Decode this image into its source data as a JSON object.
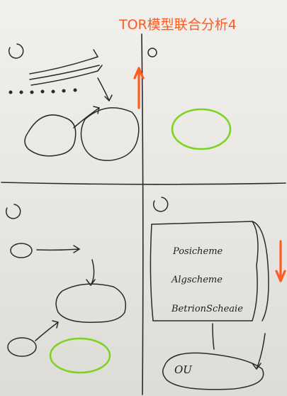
{
  "title": "TOR模型联合分析4",
  "quadrant_bottom_right": {
    "list": [
      "Posicheme",
      "Algscheme",
      "BetrionScheaie"
    ],
    "bottom_label": "OU"
  },
  "colors": {
    "title": "#ff5a1f",
    "arrows": "#ff5a1f",
    "highlight_circles": "#7ed321",
    "ink": "#1c1c1c",
    "paper": "#ecebe6"
  }
}
